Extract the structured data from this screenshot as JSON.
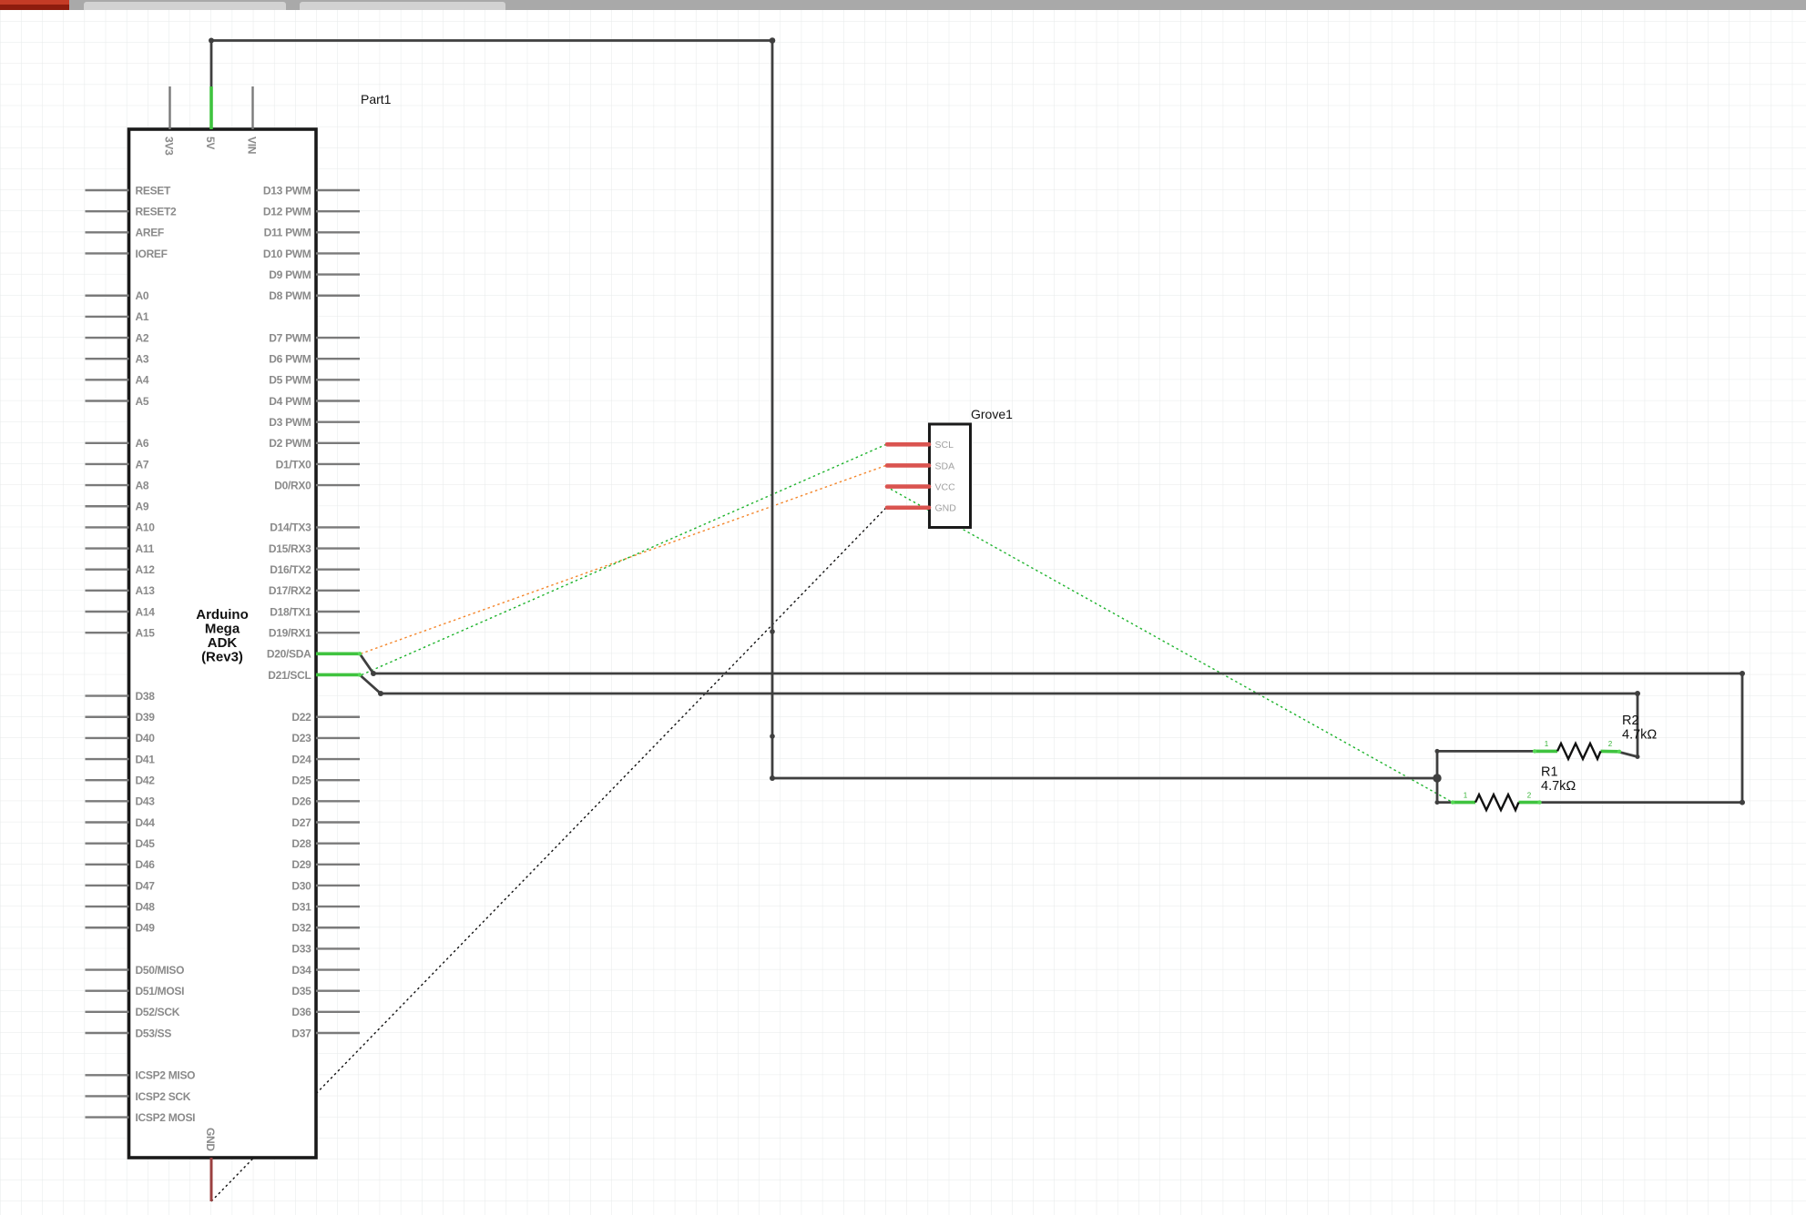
{
  "window": {
    "accent_red": "#b5301c",
    "tab_count": 2
  },
  "labels": {
    "part1": "Part1"
  },
  "arduino": {
    "title_lines": [
      "Arduino",
      "Mega",
      "ADK",
      "(Rev3)"
    ],
    "top_pins": [
      {
        "label": "3V3",
        "connected": false
      },
      {
        "label": "5V",
        "connected": true
      },
      {
        "label": "VIN",
        "connected": false
      }
    ],
    "bottom_pins": [
      {
        "label": "GND",
        "connected": true
      }
    ],
    "left_pins": [
      {
        "label": "RESET",
        "row": 0
      },
      {
        "label": "RESET2",
        "row": 1
      },
      {
        "label": "AREF",
        "row": 2
      },
      {
        "label": "IOREF",
        "row": 3
      },
      {
        "label": "A0",
        "row": 5
      },
      {
        "label": "A1",
        "row": 6
      },
      {
        "label": "A2",
        "row": 7
      },
      {
        "label": "A3",
        "row": 8
      },
      {
        "label": "A4",
        "row": 9
      },
      {
        "label": "A5",
        "row": 10
      },
      {
        "label": "A6",
        "row": 12
      },
      {
        "label": "A7",
        "row": 13
      },
      {
        "label": "A8",
        "row": 14
      },
      {
        "label": "A9",
        "row": 15
      },
      {
        "label": "A10",
        "row": 16
      },
      {
        "label": "A11",
        "row": 17
      },
      {
        "label": "A12",
        "row": 18
      },
      {
        "label": "A13",
        "row": 19
      },
      {
        "label": "A14",
        "row": 20
      },
      {
        "label": "A15",
        "row": 21
      },
      {
        "label": "D38",
        "row": 24
      },
      {
        "label": "D39",
        "row": 25
      },
      {
        "label": "D40",
        "row": 26
      },
      {
        "label": "D41",
        "row": 27
      },
      {
        "label": "D42",
        "row": 28
      },
      {
        "label": "D43",
        "row": 29
      },
      {
        "label": "D44",
        "row": 30
      },
      {
        "label": "D45",
        "row": 31
      },
      {
        "label": "D46",
        "row": 32
      },
      {
        "label": "D47",
        "row": 33
      },
      {
        "label": "D48",
        "row": 34
      },
      {
        "label": "D49",
        "row": 35
      },
      {
        "label": "D50/MISO",
        "row": 37
      },
      {
        "label": "D51/MOSI",
        "row": 38
      },
      {
        "label": "D52/SCK",
        "row": 39
      },
      {
        "label": "D53/SS",
        "row": 40
      },
      {
        "label": "ICSP2 MISO",
        "row": 42
      },
      {
        "label": "ICSP2 SCK",
        "row": 43
      },
      {
        "label": "ICSP2 MOSI",
        "row": 44
      }
    ],
    "right_pins": [
      {
        "label": "D13 PWM",
        "row": 0
      },
      {
        "label": "D12 PWM",
        "row": 1
      },
      {
        "label": "D11 PWM",
        "row": 2
      },
      {
        "label": "D10 PWM",
        "row": 3
      },
      {
        "label": "D9 PWM",
        "row": 4
      },
      {
        "label": "D8 PWM",
        "row": 5
      },
      {
        "label": "D7 PWM",
        "row": 7
      },
      {
        "label": "D6 PWM",
        "row": 8
      },
      {
        "label": "D5 PWM",
        "row": 9
      },
      {
        "label": "D4 PWM",
        "row": 10
      },
      {
        "label": "D3 PWM",
        "row": 11
      },
      {
        "label": "D2 PWM",
        "row": 12
      },
      {
        "label": "D1/TX0",
        "row": 13
      },
      {
        "label": "D0/RX0",
        "row": 14
      },
      {
        "label": "D14/TX3",
        "row": 16
      },
      {
        "label": "D15/RX3",
        "row": 17
      },
      {
        "label": "D16/TX2",
        "row": 18
      },
      {
        "label": "D17/RX2",
        "row": 19
      },
      {
        "label": "D18/TX1",
        "row": 20
      },
      {
        "label": "D19/RX1",
        "row": 21
      },
      {
        "label": "D20/SDA",
        "row": 22,
        "connected": true
      },
      {
        "label": "D21/SCL",
        "row": 23,
        "connected": true
      },
      {
        "label": "D22",
        "row": 25
      },
      {
        "label": "D23",
        "row": 26
      },
      {
        "label": "D24",
        "row": 27
      },
      {
        "label": "D25",
        "row": 28
      },
      {
        "label": "D26",
        "row": 29
      },
      {
        "label": "D27",
        "row": 30
      },
      {
        "label": "D28",
        "row": 31
      },
      {
        "label": "D29",
        "row": 32
      },
      {
        "label": "D30",
        "row": 33
      },
      {
        "label": "D31",
        "row": 34
      },
      {
        "label": "D32",
        "row": 35
      },
      {
        "label": "D33",
        "row": 36
      },
      {
        "label": "D34",
        "row": 37
      },
      {
        "label": "D35",
        "row": 38
      },
      {
        "label": "D36",
        "row": 39
      },
      {
        "label": "D37",
        "row": 40
      }
    ]
  },
  "grove": {
    "label": "Grove1",
    "pins": [
      "SCL",
      "SDA",
      "VCC",
      "GND"
    ]
  },
  "resistors": [
    {
      "ref": "R2",
      "value": "4.7kΩ",
      "pins": [
        "1",
        "2"
      ]
    },
    {
      "ref": "R1",
      "value": "4.7kΩ",
      "pins": [
        "1",
        "2"
      ]
    }
  ],
  "colors": {
    "wire_black": "#3f3f3f",
    "connected_pin_green": "#3fc33f",
    "unconnected_pin_red": "#da5450",
    "ground_wire_red": "#9b4040",
    "ratsnest_green": "#1db32c",
    "ratsnest_orange": "#f4862b",
    "ratsnest_black": "#111111",
    "grid": "#e6e9e9"
  }
}
